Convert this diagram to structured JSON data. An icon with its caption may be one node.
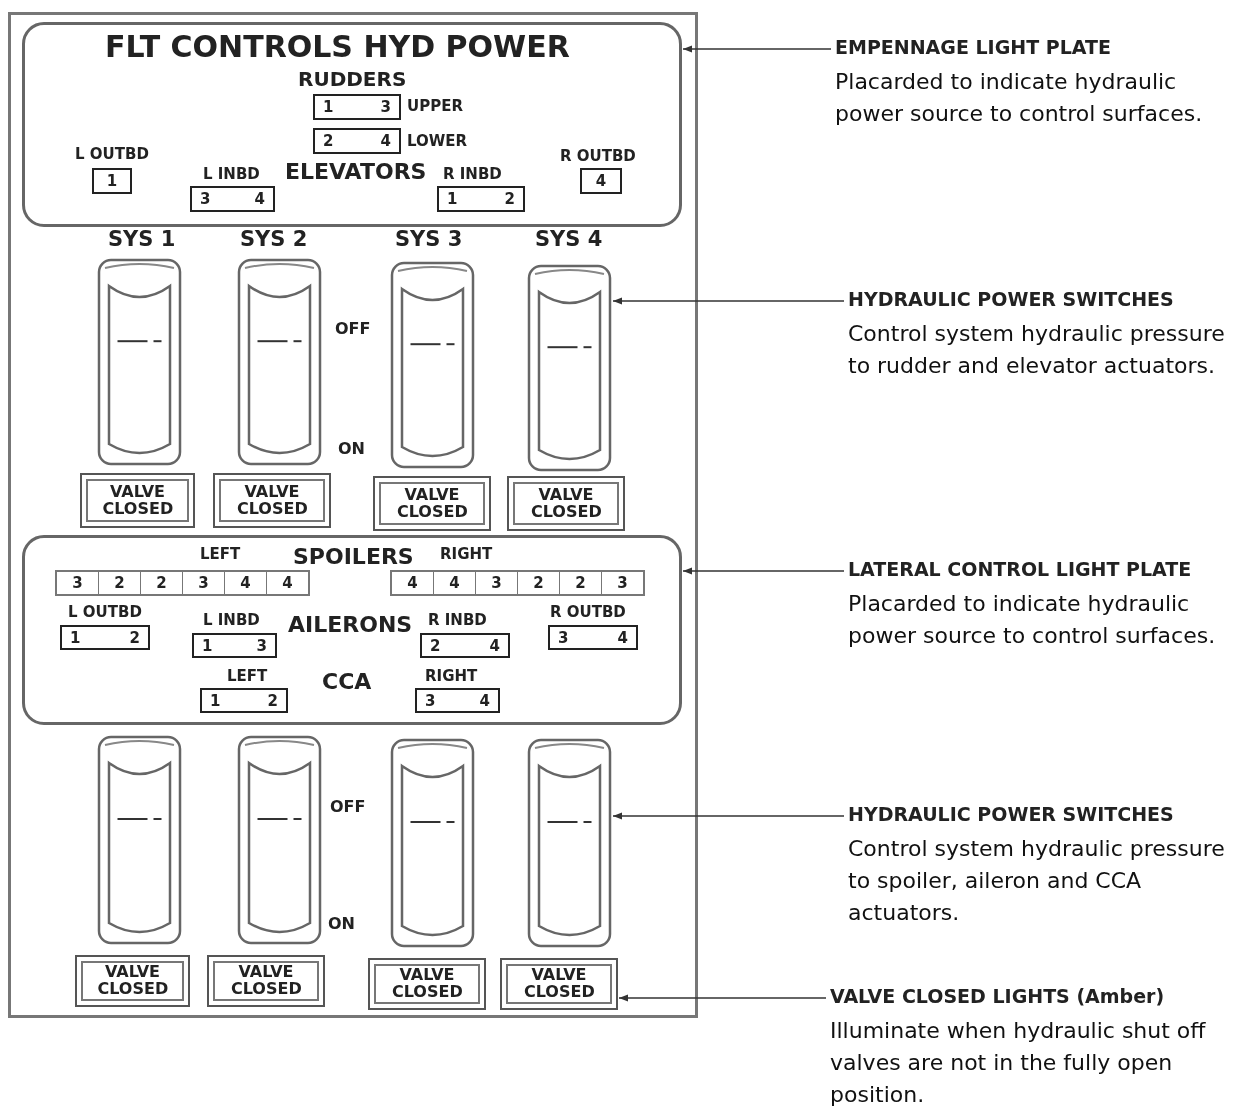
{
  "diagram": {
    "nodes": [
      {
        "text": [],
        "shape": "box"
      },
      {
        "text": [
          "FLT CONTROLS HYD POWER",
          "RUDDERS",
          "ELEVATORS"
        ],
        "in": 0
      },
      {
        "text": [
          "1",
          "3"
        ],
        "in": 1,
        "beside": [
          "UPPER"
        ]
      },
      {
        "text": [
          "2",
          "4"
        ],
        "in": 1,
        "beside": [
          "LOWER"
        ]
      },
      {
        "text": [
          "1"
        ],
        "in": 1,
        "beside": [
          "L OUTBD"
        ]
      },
      {
        "text": [
          "3",
          "4"
        ],
        "in": 1,
        "beside": [
          "L INBD"
        ]
      },
      {
        "text": [
          "1",
          "2"
        ],
        "in": 1,
        "beside": [
          "R INBD"
        ]
      },
      {
        "text": [
          "4"
        ],
        "in": 1,
        "beside": [
          "R OUTBD"
        ]
      },
      {
        "text": [],
        "shape": "picture",
        "in": 0,
        "beside": [
          "SYS 1"
        ]
      },
      {
        "text": [],
        "shape": "picture",
        "in": 0,
        "beside": [
          "SYS 2"
        ]
      },
      {
        "text": [],
        "shape": "picture",
        "in": 0,
        "beside": [
          "SYS 3"
        ]
      },
      {
        "text": [],
        "shape": "picture",
        "in": 0,
        "beside": [
          "SYS 4"
        ]
      },
      {
        "text": [
          "VALVE CLOSED"
        ],
        "in": 0
      },
      {
        "text": [
          "VALVE CLOSED"
        ],
        "in": 0
      },
      {
        "text": [
          "VALVE CLOSED"
        ],
        "in": 0
      },
      {
        "text": [
          "VALVE CLOSED"
        ],
        "in": 0
      },
      {
        "text": [
          "SPOILERS",
          "AILERONS",
          "CCA"
        ],
        "in": 0
      },
      {
        "text": [
          "3",
          "2",
          "2",
          "3",
          "4",
          "4"
        ],
        "in": 16,
        "beside": [
          "LEFT"
        ]
      },
      {
        "text": [
          "4",
          "4",
          "3",
          "2",
          "2",
          "3"
        ],
        "in": 16,
        "beside": [
          "RIGHT"
        ]
      },
      {
        "text": [
          "1",
          "2"
        ],
        "in": 16,
        "beside": [
          "L OUTBD"
        ]
      },
      {
        "text": [
          "1",
          "3"
        ],
        "in": 16,
        "beside": [
          "L INBD"
        ]
      },
      {
        "text": [
          "2",
          "4"
        ],
        "in": 16,
        "beside": [
          "R INBD"
        ]
      },
      {
        "text": [
          "3",
          "4"
        ],
        "in": 16,
        "beside": [
          "R OUTBD"
        ]
      },
      {
        "text": [
          "1",
          "2"
        ],
        "in": 16,
        "beside": [
          "LEFT"
        ]
      },
      {
        "text": [
          "3",
          "4"
        ],
        "in": 16,
        "beside": [
          "RIGHT"
        ]
      },
      {
        "text": [],
        "shape": "picture",
        "in": 0
      },
      {
        "text": [],
        "shape": "picture",
        "in": 0
      },
      {
        "text": [],
        "shape": "picture",
        "in": 0
      },
      {
        "text": [],
        "shape": "picture",
        "in": 0
      },
      {
        "text": [
          "VALVE CLOSED"
        ],
        "in": 0
      },
      {
        "text": [
          "VALVE CLOSED"
        ],
        "in": 0
      },
      {
        "text": [
          "VALVE CLOSED"
        ],
        "in": 0
      },
      {
        "text": [
          "VALVE CLOSED"
        ],
        "in": 0
      },
      {
        "text": [
          "EMPENNAGE LIGHT PLATE",
          "Placarded to indicate hydraulic power source to control surfaces."
        ]
      },
      {
        "text": [
          "HYDRAULIC POWER SWITCHES",
          "Control system hydraulic pressure to rudder and elevator actuators."
        ]
      },
      {
        "text": [
          "LATERAL CONTROL LIGHT PLATE",
          "Placarded to indicate hydraulic power source to control surfaces."
        ]
      },
      {
        "text": [
          "HYDRAULIC POWER SWITCHES",
          "Control system hydraulic pressure to spoiler, aileron and CCA actuators."
        ]
      },
      {
        "text": [
          "VALVE CLOSED LIGHTS (Amber)",
          "Illuminate when hydraulic shut off valves are not in the fully open position."
        ]
      }
    ],
    "edges": [
      {
        "from": 33,
        "to": 1,
        "arrow": "to"
      },
      {
        "from": 34,
        "to": 11,
        "arrow": "to"
      },
      {
        "from": 35,
        "to": 16,
        "arrow": "to"
      },
      {
        "from": 36,
        "to": 28,
        "arrow": "to"
      },
      {
        "from": 37,
        "to": 32,
        "arrow": "to"
      }
    ],
    "labels": [
      "OFF",
      "ON",
      "OFF",
      "ON"
    ]
  }
}
